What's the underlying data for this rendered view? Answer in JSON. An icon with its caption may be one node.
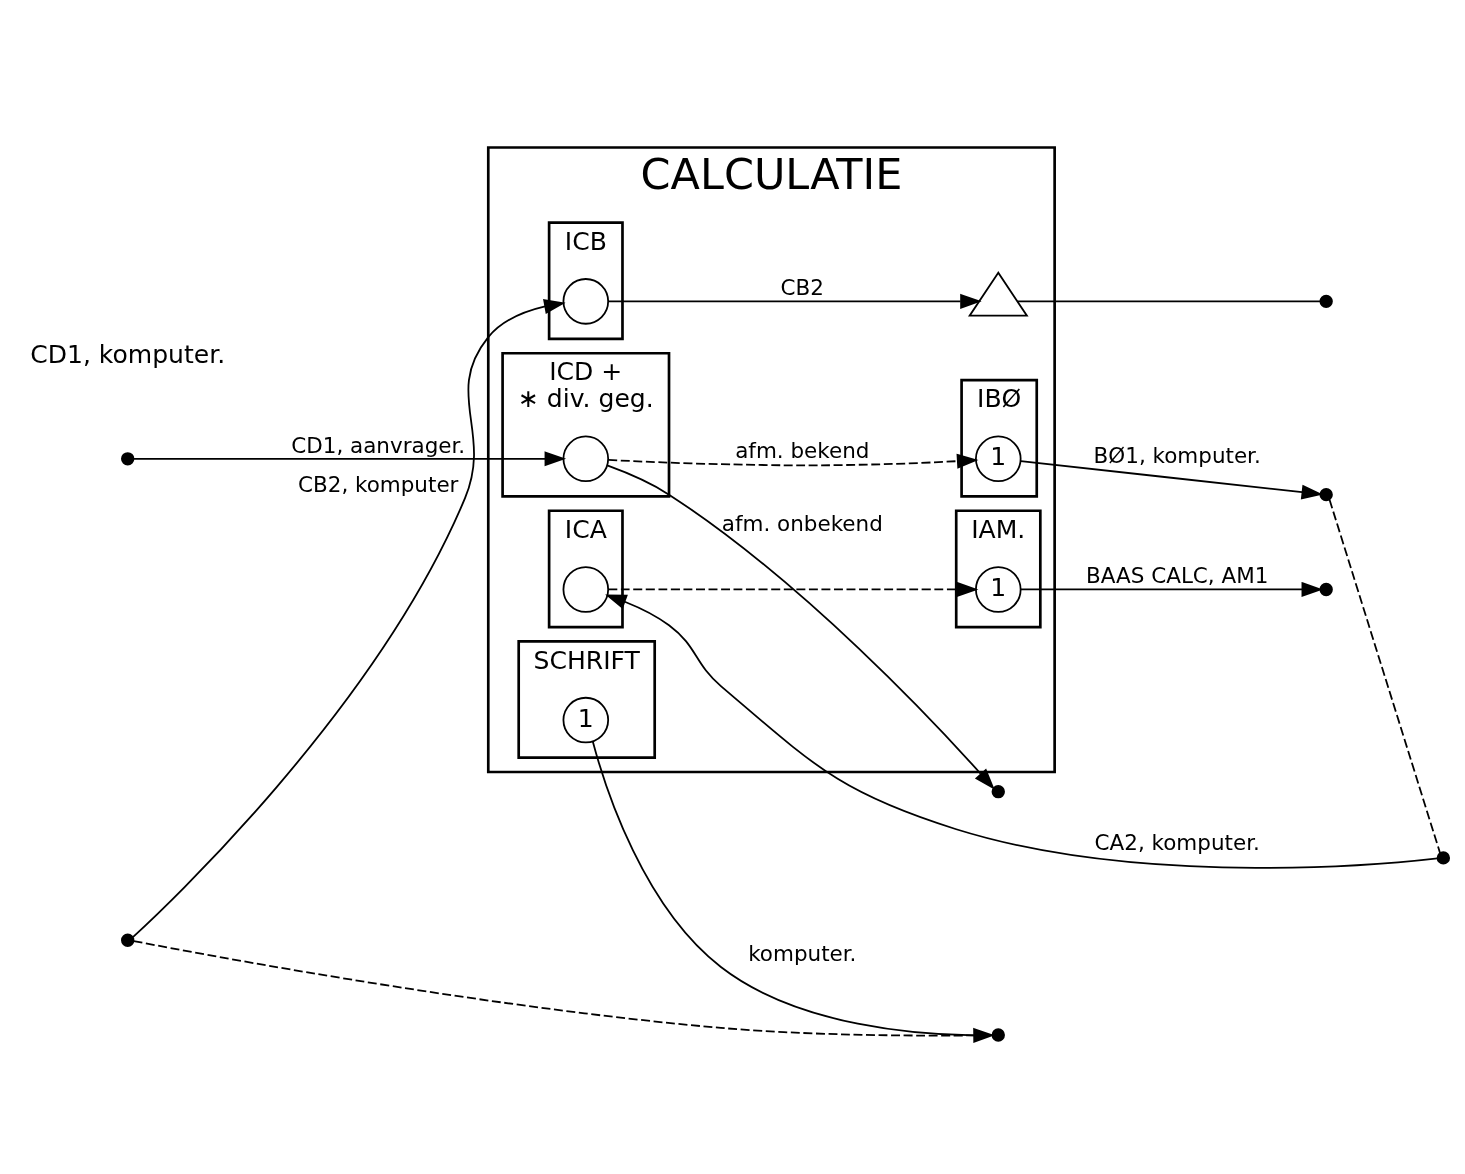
{
  "diagram": {
    "nodes": [
      {
        "text": [
          "CALCULATIE"
        ]
      },
      {
        "text": [
          "ICD +",
          "∗ div. geg."
        ],
        "in": 0
      },
      {
        "text": [
          "IBØ"
        ],
        "in": 0
      },
      {
        "text": [
          "ICA"
        ],
        "in": 0
      },
      {
        "text": [
          "IAM."
        ],
        "in": 0
      },
      {
        "text": [
          "ICB"
        ],
        "in": 0
      },
      {
        "text": [
          "SCHRIFT"
        ],
        "in": 0
      },
      {
        "text": [],
        "shape": "circle",
        "in": 1
      },
      {
        "text": [
          "1"
        ],
        "in": 2
      },
      {
        "text": [],
        "shape": "circle",
        "in": 3
      },
      {
        "text": [
          "1"
        ],
        "in": 4
      },
      {
        "text": [],
        "shape": "circle",
        "in": 5
      },
      {
        "text": [
          "1"
        ],
        "in": 6
      },
      {
        "text": [],
        "shape": "triangle",
        "in": 0
      },
      {
        "text": [],
        "shape": "cross"
      },
      {
        "text": [],
        "shape": "cross"
      },
      {
        "text": [],
        "shape": "cross"
      },
      {
        "text": [],
        "shape": "cross"
      },
      {
        "text": [],
        "shape": "cross"
      },
      {
        "text": [],
        "shape": "cross"
      },
      {
        "text": [],
        "shape": "cross"
      },
      {
        "text": [],
        "shape": "cross"
      }
    ],
    "edges": [
      {
        "from": 14,
        "to": 7,
        "arrow": "to",
        "label": "CD1, aanvrager."
      },
      {
        "from": 7,
        "to": 15,
        "arrow": "to",
        "label": "afm. onbekend"
      },
      {
        "from": 7,
        "to": 8,
        "arrow": "to",
        "label": "afm. bekend",
        "style": "dashed"
      },
      {
        "from": 8,
        "to": 16,
        "arrow": "to",
        "label": "BØ1, komputer."
      },
      {
        "from": 17,
        "to": 9,
        "arrow": "to",
        "label": "CA2, komputer."
      },
      {
        "from": 9,
        "to": 10,
        "arrow": "to",
        "style": "dashed"
      },
      {
        "from": 10,
        "to": 18,
        "arrow": "to",
        "label": "BAAS CALC, AM1"
      },
      {
        "from": 19,
        "to": 11,
        "arrow": "to",
        "label": "CB2, komputer"
      },
      {
        "from": 11,
        "to": 13,
        "arrow": "to",
        "label": "CB2"
      },
      {
        "from": 13,
        "to": 21,
        "arrow": "none"
      },
      {
        "from": 12,
        "to": 20,
        "arrow": "to",
        "label": "komputer."
      },
      {
        "from": 16,
        "to": 17,
        "arrow": "none",
        "style": "dashed"
      },
      {
        "from": 19,
        "to": 20,
        "arrow": "none",
        "style": "dashed"
      }
    ],
    "labels": [
      "CD1, komputer."
    ]
  }
}
